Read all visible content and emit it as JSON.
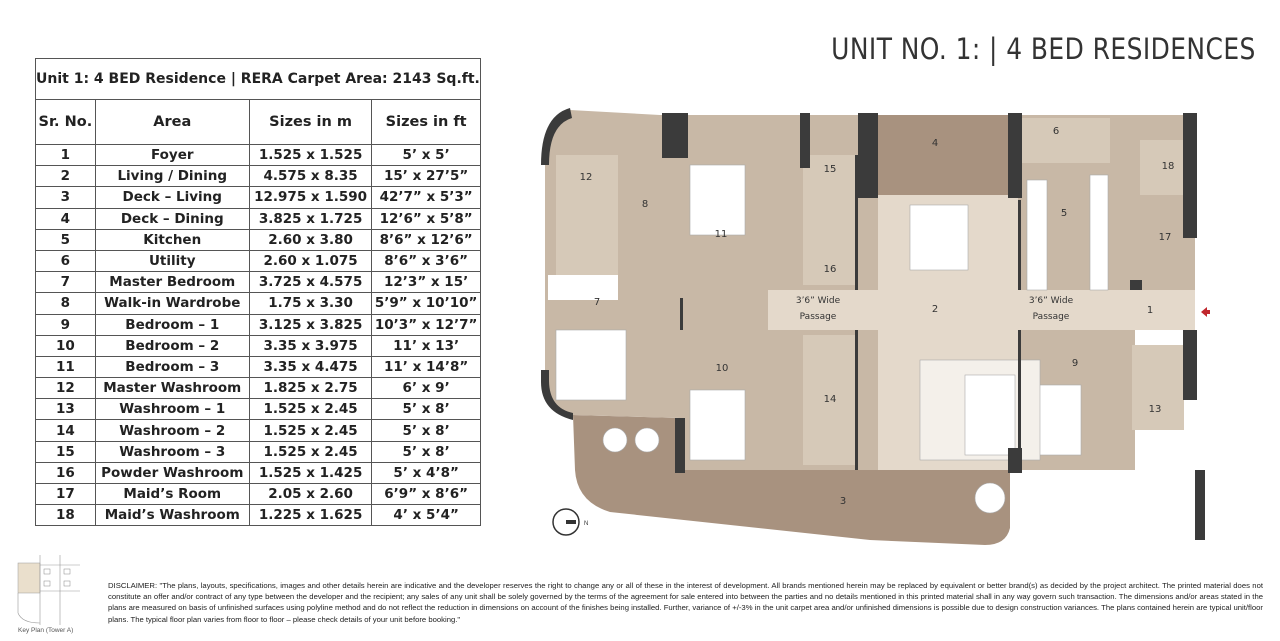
{
  "header": {
    "title": "UNIT NO. 1:  |  4 BED RESIDENCES"
  },
  "table": {
    "caption": "Unit 1: 4 BED Residence | RERA Carpet Area: 2143 Sq.ft.",
    "columns": [
      "Sr. No.",
      "Area",
      "Sizes in m",
      "Sizes in ft"
    ],
    "rows": [
      [
        "1",
        "Foyer",
        "1.525 x 1.525",
        "5’ x 5’"
      ],
      [
        "2",
        "Living / Dining",
        "4.575 x 8.35",
        "15’ x 27’5”"
      ],
      [
        "3",
        "Deck – Living",
        "12.975 x 1.590",
        "42’7” x 5’3”"
      ],
      [
        "4",
        "Deck – Dining",
        "3.825 x 1.725",
        "12’6” x 5’8”"
      ],
      [
        "5",
        "Kitchen",
        "2.60 x 3.80",
        "8’6” x 12’6”"
      ],
      [
        "6",
        "Utility",
        "2.60 x 1.075",
        "8’6” x 3’6”"
      ],
      [
        "7",
        "Master Bedroom",
        "3.725 x 4.575",
        "12’3” x 15’"
      ],
      [
        "8",
        "Walk-in Wardrobe",
        "1.75 x 3.30",
        "5’9” x 10’10”"
      ],
      [
        "9",
        "Bedroom – 1",
        "3.125 x 3.825",
        "10’3” x 12’7”"
      ],
      [
        "10",
        "Bedroom – 2",
        "3.35 x 3.975",
        "11’ x 13’"
      ],
      [
        "11",
        "Bedroom – 3",
        "3.35 x 4.475",
        "11’ x 14’8”"
      ],
      [
        "12",
        "Master Washroom",
        "1.825 x 2.75",
        "6’ x 9’"
      ],
      [
        "13",
        "Washroom – 1",
        "1.525 x 2.45",
        "5’ x 8’"
      ],
      [
        "14",
        "Washroom – 2",
        "1.525 x 2.45",
        "5’ x 8’"
      ],
      [
        "15",
        "Washroom – 3",
        "1.525 x 2.45",
        "5’ x 8’"
      ],
      [
        "16",
        "Powder Washroom",
        "1.525 x 1.425",
        "5’ x 4’8”"
      ],
      [
        "17",
        "Maid’s Room",
        "2.05 x 2.60",
        "6’9” x 8’6”"
      ],
      [
        "18",
        "Maid’s Washroom",
        "1.225 x 1.625",
        "4’ x 5’4”"
      ]
    ]
  },
  "plan": {
    "room_labels": [
      "1",
      "2",
      "3",
      "4",
      "5",
      "6",
      "7",
      "8",
      "9",
      "10",
      "11",
      "12",
      "13",
      "14",
      "15",
      "16",
      "17",
      "18"
    ],
    "passage_label": [
      "3’6” Wide",
      "Passage"
    ],
    "compass": "N",
    "colors": {
      "floor": "#c8b8a6",
      "living": "#e4d9cb",
      "deck": "#a8927f",
      "wall": "#3b3b3b",
      "entry_arrow": "#c0272d"
    }
  },
  "key_plan": {
    "label": "Key Plan (Tower A)"
  },
  "disclaimer": "DISCLAIMER: \"The plans, layouts, specifications, images and other details herein are indicative and the developer reserves the right to change any or all of these in the interest of development. All brands mentioned herein may be replaced by equivalent or better brand(s) as decided by the project architect. The printed material does not constitute an offer and/or contract of any type between the developer and the recipient; any sales of any unit shall be solely governed by the terms of the agreement for sale entered into between the parties and no details mentioned in this printed material shall in any way govern such transaction. The dimensions and/or areas stated in the plans are measured on basis of unfinished surfaces using polyline method and do not reflect the reduction in dimensions on account of the finishes being installed. Further, variance of +/-3% in the unit carpet area and/or unfinished dimensions is possible due to design construction variances. The plans contained herein are typical unit/floor plans. The typical floor plan varies from floor to floor – please check details of your unit before booking.\""
}
